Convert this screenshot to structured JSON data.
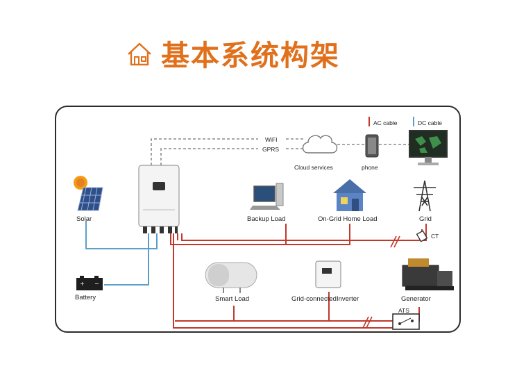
{
  "header": {
    "title": "基本系统构架"
  },
  "legend": {
    "ac_cable": "AC cable",
    "dc_cable": "DC cable"
  },
  "links": {
    "wifi": "WiFI",
    "gprs": "GPRS"
  },
  "nodes": {
    "cloud": "Cloud services",
    "phone": "phone",
    "solar": "Solar",
    "battery": "Battery",
    "backup_load": "Backup Load",
    "home_load": "On-Grid Home Load",
    "grid": "Grid",
    "ct": "CT",
    "smart_load": "Smart Load",
    "grid_inverter": "Grid-connectedInverter",
    "generator": "Generator",
    "ats": "ATS"
  },
  "colors": {
    "title": "#e0701c",
    "ac": "#c0392b",
    "dc": "#5b9ec9",
    "signal": "#7a7a7a"
  }
}
